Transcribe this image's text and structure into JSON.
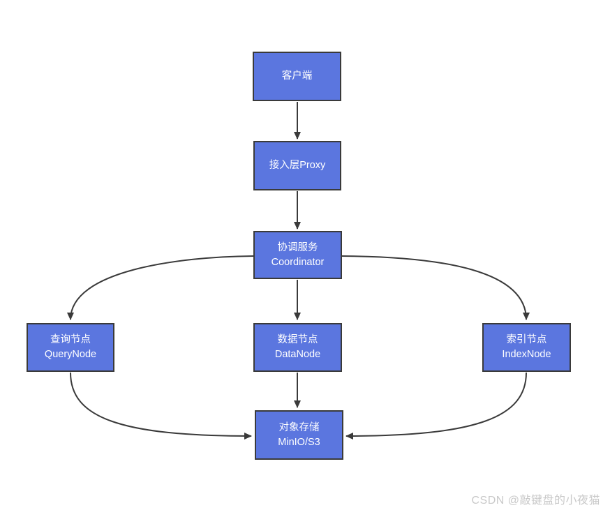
{
  "diagram": {
    "nodes": {
      "client": {
        "line1": "客户端",
        "line2": ""
      },
      "proxy": {
        "line1": "接入层Proxy",
        "line2": ""
      },
      "coordinator": {
        "line1": "协调服务",
        "line2": "Coordinator"
      },
      "querynode": {
        "line1": "查询节点",
        "line2": "QueryNode"
      },
      "datanode": {
        "line1": "数据节点",
        "line2": "DataNode"
      },
      "indexnode": {
        "line1": "索引节点",
        "line2": "IndexNode"
      },
      "minio": {
        "line1": "对象存储",
        "line2": "MinIO/S3"
      }
    },
    "edges": [
      {
        "from": "client",
        "to": "proxy"
      },
      {
        "from": "proxy",
        "to": "coordinator"
      },
      {
        "from": "coordinator",
        "to": "querynode"
      },
      {
        "from": "coordinator",
        "to": "datanode"
      },
      {
        "from": "coordinator",
        "to": "indexnode"
      },
      {
        "from": "querynode",
        "to": "minio"
      },
      {
        "from": "datanode",
        "to": "minio"
      },
      {
        "from": "indexnode",
        "to": "minio"
      }
    ],
    "colors": {
      "node_fill": "#5B76DF",
      "node_border": "#3A3A3A",
      "node_text": "#FFFFFF",
      "edge": "#3A3A3A",
      "background": "#FFFFFF",
      "watermark": "#C9C9C9"
    }
  },
  "watermark": {
    "text": "CSDN @敲键盘的小夜猫"
  }
}
